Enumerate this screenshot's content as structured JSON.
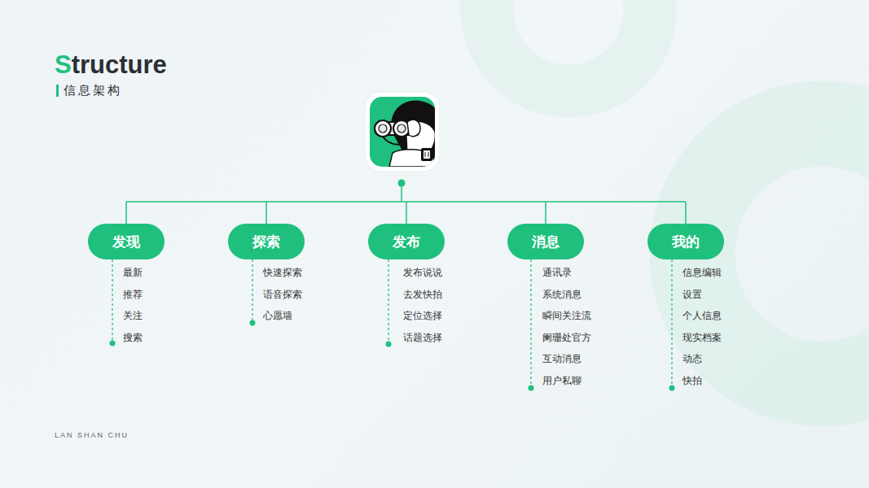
{
  "diagram": {
    "title": "Structure",
    "nodes": [
      {
        "text": [
          "发现"
        ]
      },
      {
        "text": [
          "探索"
        ]
      },
      {
        "text": [
          "发布"
        ]
      },
      {
        "text": [
          "消息"
        ]
      },
      {
        "text": [
          "我的"
        ]
      }
    ],
    "labels": [
      "信息架构",
      "最新",
      "推荐",
      "关注",
      "搜索",
      "快速探索",
      "语音探索",
      "心愿墙",
      "发布说说",
      "去发快拍",
      "定位选择",
      "话题选择",
      "通讯录",
      "系统消息",
      "瞬间关注流",
      "阑珊处官方",
      "互动消息",
      "用户私聊",
      "信息编辑",
      "设置",
      "个人信息",
      "现实档案",
      "动态",
      "快拍",
      "LAN SHAN CHU"
    ]
  }
}
